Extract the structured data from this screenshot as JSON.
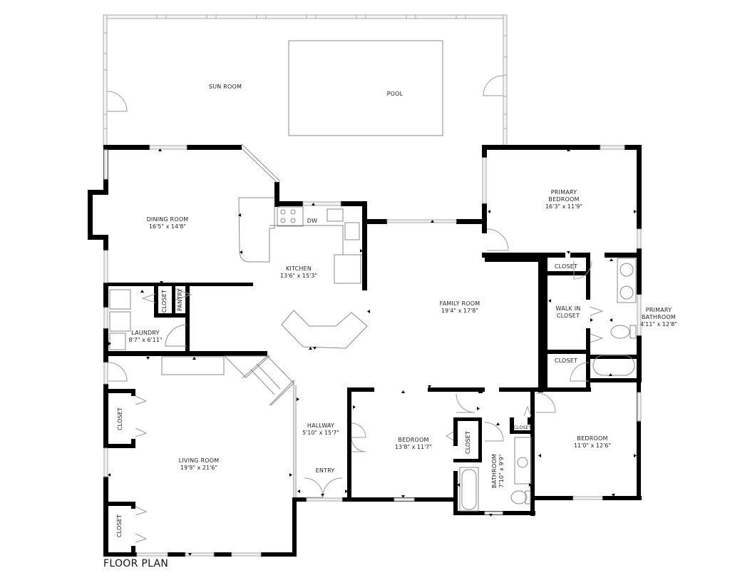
{
  "title": "FLOOR PLAN",
  "rooms": {
    "sun_room": {
      "name": "SUN ROOM",
      "dims": ""
    },
    "pool": {
      "name": "POOL",
      "dims": ""
    },
    "dining_room": {
      "name": "DINING ROOM",
      "dims": "16'5\" x 14'8\""
    },
    "kitchen": {
      "name": "KITCHEN",
      "dims": "13'6\" x 15'3\""
    },
    "dw": {
      "name": "DW",
      "dims": ""
    },
    "primary_bedroom": {
      "name1": "PRIMARY",
      "name2": "BEDROOM",
      "dims": "16'3\" x 11'9\""
    },
    "family_room": {
      "name": "FAMILY ROOM",
      "dims": "19'4\" x 17'8\""
    },
    "closet_primary_top": {
      "name": "CLOSET",
      "dims": ""
    },
    "walk_in_closet": {
      "name1": "WALK IN",
      "name2": "CLOSET",
      "dims": ""
    },
    "closet_primary_bottom": {
      "name": "CLOSET",
      "dims": ""
    },
    "primary_bathroom": {
      "name1": "PRIMARY",
      "name2": "BATHROOM",
      "dims": "4'11\" x 12'8\""
    },
    "laundry": {
      "name": "LAUNDRY",
      "dims": "8'7\" x 6'11\""
    },
    "closet_laundry": {
      "name": "CLOSET",
      "dims": ""
    },
    "pantry": {
      "name": "PANTRY",
      "dims": ""
    },
    "living_room": {
      "name": "LIVING ROOM",
      "dims": "19'9\" x 21'6\""
    },
    "closet_living_top": {
      "name": "CLOSET",
      "dims": ""
    },
    "closet_living_bottom": {
      "name": "CLOSET",
      "dims": ""
    },
    "hallway": {
      "name": "HALLWAY",
      "dims": "5'10\" x 15'7\""
    },
    "entry": {
      "name": "ENTRY",
      "dims": ""
    },
    "bedroom_1": {
      "name": "BEDROOM",
      "dims": "13'8\" x 11'7\""
    },
    "closet_bedroom_1": {
      "name": "CLOSET",
      "dims": ""
    },
    "bathroom": {
      "name": "BATHROOM",
      "dims": "7'10\" x 9'9\""
    },
    "closet_bathroom": {
      "name": "CLOSET",
      "dims": ""
    },
    "bedroom_2": {
      "name": "BEDROOM",
      "dims": "11'0\" x 12'6\""
    }
  },
  "colors": {
    "wall": "#000000",
    "window": "#bfbfbf",
    "fixture": "#8a8a8a",
    "background": "#ffffff"
  }
}
